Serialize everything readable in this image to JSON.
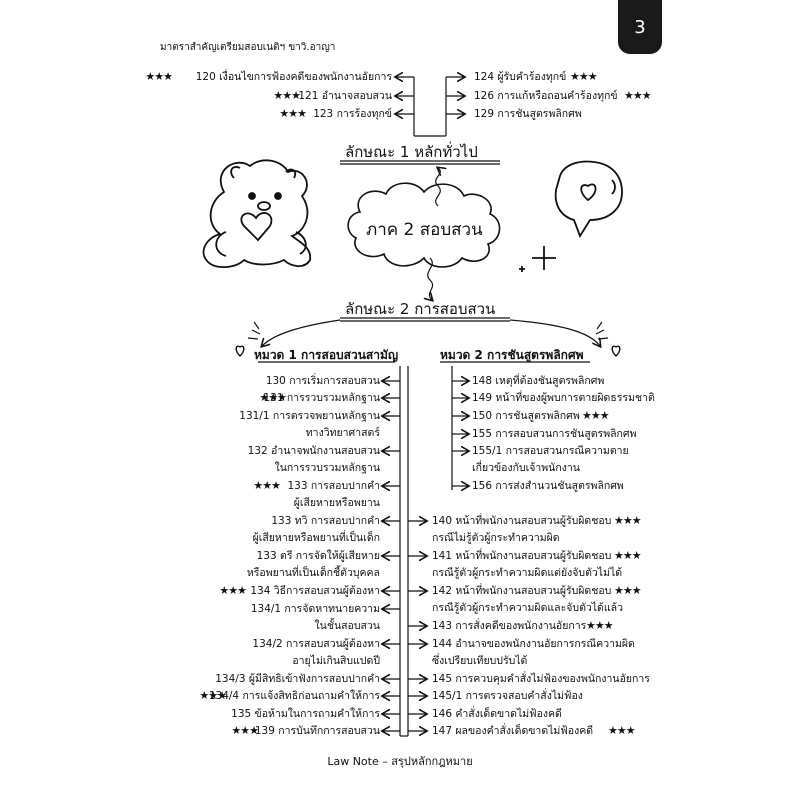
{
  "header": {
    "subtitle": "มาตราสำคัญเตรียมสอบเนติฯ ขาวิ.อาญา",
    "page_number": "3"
  },
  "top_left": [
    {
      "stars": "★★★",
      "text": "120 เงื่อนไขการฟ้องคดีของพนักงานอัยการ"
    },
    {
      "stars": "★★★",
      "text": "121 อำนาจสอบสวน"
    },
    {
      "stars": "★★★",
      "text": "123 การร้องทุกข์"
    }
  ],
  "top_right": [
    {
      "text": "124 ผู้รับคำร้องทุกข์",
      "stars": "★★★"
    },
    {
      "text": "126 การแก้หรือถอนคำร้องทุกข์",
      "stars": "★★★"
    },
    {
      "text": "129 การชันสูตรพลิกศพ",
      "stars": ""
    }
  ],
  "section1_title": "ลักษณะ 1 หลักทั่วไป",
  "part_title": "ภาค 2 สอบสวน",
  "section2_title": "ลักษณะ 2 การสอบสวน",
  "cat1_title": "หมวด 1 การสอบสวนสามัญ",
  "cat2_title": "หมวด 2 การชันสูตรพลิกศพ",
  "cat1_items": [
    {
      "stars": "",
      "lines": [
        "130 การเริ่มการสอบสวน"
      ]
    },
    {
      "stars": "★★★",
      "lines": [
        "131 การรวบรวมหลักฐาน"
      ]
    },
    {
      "stars": "",
      "lines": [
        "131/1 การตรวจพยานหลักฐาน",
        "ทางวิทยาศาสตร์"
      ]
    },
    {
      "stars": "",
      "lines": [
        "132 อำนาจพนักงานสอบสวน",
        "ในการรวบรวมหลักฐาน"
      ]
    },
    {
      "stars": "★★★",
      "lines": [
        "133 การสอบปากคำ",
        "ผู้เสียหายหรือพยาน"
      ]
    },
    {
      "stars": "",
      "lines": [
        "133 ทวิ การสอบปากคำ",
        "ผู้เสียหายหรือพยานที่เป็นเด็ก"
      ]
    },
    {
      "stars": "",
      "lines": [
        "133 ตรี การจัดให้ผู้เสียหาย",
        "หรือพยานที่เป็นเด็กชี้ตัวบุคคล"
      ]
    },
    {
      "stars": "★★★",
      "lines": [
        "134 วิธีการสอบสวนผู้ต้องหา"
      ]
    },
    {
      "stars": "",
      "lines": [
        "134/1 การจัดหาทนายความ",
        "ในชั้นสอบสวน"
      ]
    },
    {
      "stars": "",
      "lines": [
        "134/2 การสอบสวนผู้ต้องหา",
        "อายุไม่เกินสิบแปดปี"
      ]
    },
    {
      "stars": "",
      "lines": [
        "134/3 ผู้มีสิทธิเข้าฟังการสอบปากคำ"
      ]
    },
    {
      "stars": "★★★",
      "lines": [
        "134/4 การแจ้งสิทธิก่อนถามคำให้การ"
      ]
    },
    {
      "stars": "",
      "lines": [
        "135 ข้อห้ามในการถามคำให้การ"
      ]
    },
    {
      "stars": "★★★",
      "lines": [
        "139 การบันทึกการสอบสวน"
      ]
    }
  ],
  "cat2_items": [
    {
      "stars": "",
      "lines": [
        "148 เหตุที่ต้องชันสูตรพลิกศพ"
      ]
    },
    {
      "stars": "",
      "lines": [
        "149 หน้าที่ของผู้พบการตายผิดธรรมชาติ"
      ]
    },
    {
      "stars": "★★★",
      "lines": [
        "150 การชันสูตรพลิกศพ"
      ]
    },
    {
      "stars": "",
      "lines": [
        "155 การสอบสวนการชันสูตรพลิกศพ"
      ]
    },
    {
      "stars": "",
      "lines": [
        "155/1 การสอบสวนกรณีความตาย",
        "เกี่ยวข้องกับเจ้าพนักงาน"
      ]
    },
    {
      "stars": "",
      "lines": [
        "156 การส่งสำนวนชันสูตรพลิกศพ"
      ]
    }
  ],
  "shared_items": [
    {
      "stars": "★★★",
      "lines": [
        "140 หน้าที่พนักงานสอบสวนผู้รับผิดชอบ",
        "กรณีไม่รู้ตัวผู้กระทำความผิด"
      ]
    },
    {
      "stars": "★★★",
      "lines": [
        "141 หน้าที่พนักงานสอบสวนผู้รับผิดชอบ",
        "กรณีรู้ตัวผู้กระทำความผิดแต่ยังจับตัวไม่ได้"
      ]
    },
    {
      "stars": "★★★",
      "lines": [
        "142 หน้าที่พนักงานสอบสวนผู้รับผิดชอบ",
        "กรณีรู้ตัวผู้กระทำความผิดและจับตัวได้แล้ว"
      ]
    },
    {
      "stars": "★★★",
      "lines": [
        "143 การสั่งคดีของพนักงานอัยการ"
      ]
    },
    {
      "stars": "",
      "lines": [
        "144 อำนาจของพนักงานอัยการกรณีความผิด",
        "ซึ่งเปรียบเทียบปรับได้"
      ]
    },
    {
      "stars": "",
      "lines": [
        "145 การควบคุมคำสั่งไม่ฟ้องของพนักงานอัยการ"
      ]
    },
    {
      "stars": "",
      "lines": [
        "145/1 การตรวจสอบคำสั่งไม่ฟ้อง"
      ]
    },
    {
      "stars": "",
      "lines": [
        "146 คำสั่งเด็ดขาดไม่ฟ้องคดี"
      ]
    },
    {
      "stars": "★★★",
      "lines": [
        "147 ผลของคำสั่งเด็ดขาดไม่ฟ้องคดี"
      ]
    }
  ],
  "footer": "Law Note – สรุปหลักกฎหมาย",
  "icons": [
    "bear-icon",
    "heart-bubble-icon",
    "sparkle-icon",
    "heart-icon"
  ]
}
